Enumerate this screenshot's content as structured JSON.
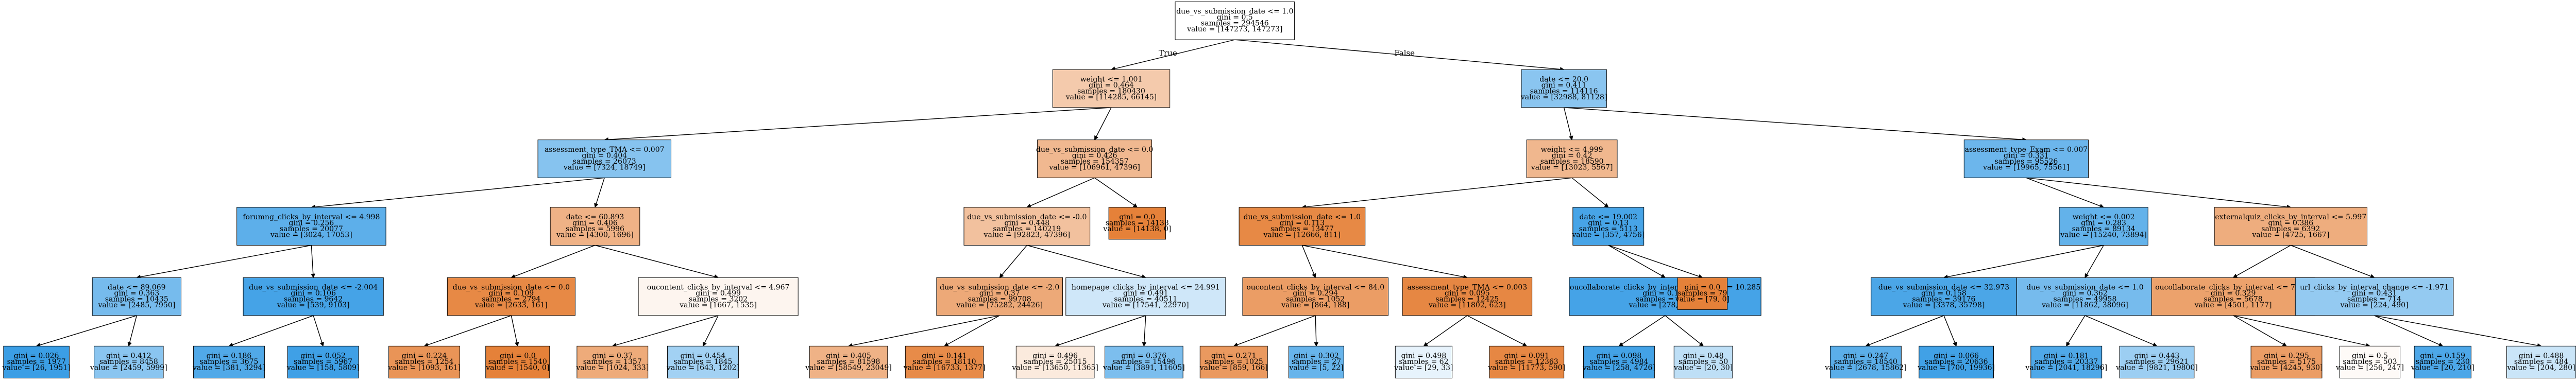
{
  "edge_labels": {
    "left": "True",
    "right": "False"
  },
  "colors": {
    "class0": "#e58139",
    "class1": "#399de5",
    "border": "#000000"
  },
  "nodes": [
    {
      "id": "n0",
      "lines": [
        "due_vs_submission_date <= 1.0",
        "gini = 0.5",
        "samples = 294546",
        "value = [147273, 147273]"
      ],
      "class": 0,
      "purity": 0.0
    },
    {
      "id": "n1",
      "lines": [
        "weight <= 1.001",
        "gini = 0.464",
        "samples = 180430",
        "value = [114285, 66145]"
      ],
      "class": 0,
      "purity": 0.42
    },
    {
      "id": "n2",
      "lines": [
        "date <= 20.0",
        "gini = 0.411",
        "samples = 114116",
        "value = [32988, 81128]"
      ],
      "class": 1,
      "purity": 0.59
    },
    {
      "id": "n3",
      "lines": [
        "assessment_type_TMA <= 0.007",
        "gini = 0.404",
        "samples = 26073",
        "value = [7324, 18749]"
      ],
      "class": 1,
      "purity": 0.61
    },
    {
      "id": "n4",
      "lines": [
        "due_vs_submission_date <= 0.0",
        "gini = 0.426",
        "samples = 154357",
        "value = [106961, 47396]"
      ],
      "class": 0,
      "purity": 0.56
    },
    {
      "id": "n5",
      "lines": [
        "weight <= 4.999",
        "gini = 0.42",
        "samples = 18590",
        "value = [13023, 5567]"
      ],
      "class": 0,
      "purity": 0.57
    },
    {
      "id": "n6",
      "lines": [
        "assessment_type_Exam <= 0.007",
        "gini = 0.331",
        "samples = 95526",
        "value = [19965, 75561]"
      ],
      "class": 1,
      "purity": 0.74
    },
    {
      "id": "n7",
      "lines": [
        "forumng_clicks_by_interval <= 4.998",
        "gini = 0.256",
        "samples = 20077",
        "value = [3024, 17053]"
      ],
      "class": 1,
      "purity": 0.82
    },
    {
      "id": "n8",
      "lines": [
        "date <= 60.893",
        "gini = 0.406",
        "samples = 5996",
        "value = [4300, 1696]"
      ],
      "class": 0,
      "purity": 0.61
    },
    {
      "id": "n9",
      "lines": [
        "due_vs_submission_date <= -0.0",
        "gini = 0.448",
        "samples = 140219",
        "value = [92823, 47396]"
      ],
      "class": 0,
      "purity": 0.49
    },
    {
      "id": "n10",
      "lines": [
        "gini = 0.0",
        "samples = 14138",
        "value = [14138, 0]"
      ],
      "class": 0,
      "purity": 1.0
    },
    {
      "id": "n11",
      "lines": [
        "due_vs_submission_date <= 1.0",
        "gini = 0.113",
        "samples = 13477",
        "value = [12666, 811]"
      ],
      "class": 0,
      "purity": 0.94
    },
    {
      "id": "n12",
      "lines": [
        "date <= 19.002",
        "gini = 0.13",
        "samples = 5113",
        "value = [357, 4756]"
      ],
      "class": 1,
      "purity": 0.93
    },
    {
      "id": "n13",
      "lines": [
        "weight <= 0.002",
        "gini = 0.283",
        "samples = 89134",
        "value = [15240, 73894]"
      ],
      "class": 1,
      "purity": 0.79
    },
    {
      "id": "n14",
      "lines": [
        "externalquiz_clicks_by_interval <= 5.997",
        "gini = 0.386",
        "samples = 6392",
        "value = [4725, 1667]"
      ],
      "class": 0,
      "purity": 0.65
    },
    {
      "id": "n15",
      "lines": [
        "date <= 89.069",
        "gini = 0.363",
        "samples = 10435",
        "value = [2485, 7950]"
      ],
      "class": 1,
      "purity": 0.69
    },
    {
      "id": "n16",
      "lines": [
        "due_vs_submission_date <= -2.004",
        "gini = 0.106",
        "samples = 9642",
        "value = [539, 9103]"
      ],
      "class": 1,
      "purity": 0.94
    },
    {
      "id": "n17",
      "lines": [
        "due_vs_submission_date <= 0.0",
        "gini = 0.109",
        "samples = 2794",
        "value = [2633, 161]"
      ],
      "class": 0,
      "purity": 0.94
    },
    {
      "id": "n18",
      "lines": [
        "oucontent_clicks_by_interval <= 4.967",
        "gini = 0.499",
        "samples = 3202",
        "value = [1667, 1535]"
      ],
      "class": 0,
      "purity": 0.08
    },
    {
      "id": "n19",
      "lines": [
        "due_vs_submission_date <= -2.0",
        "gini = 0.37",
        "samples = 99708",
        "value = [75282, 24426]"
      ],
      "class": 0,
      "purity": 0.68
    },
    {
      "id": "n20",
      "lines": [
        "homepage_clicks_by_interval <= 24.991",
        "gini = 0.491",
        "samples = 40511",
        "value = [17541, 22970]"
      ],
      "class": 1,
      "purity": 0.24
    },
    {
      "id": "n21",
      "lines": [
        "oucontent_clicks_by_interval <= 84.0",
        "gini = 0.294",
        "samples = 1052",
        "value = [864, 188]"
      ],
      "class": 0,
      "purity": 0.78
    },
    {
      "id": "n22",
      "lines": [
        "assessment_type_TMA <= 0.003",
        "gini = 0.095",
        "samples = 12425",
        "value = [11802, 623]"
      ],
      "class": 0,
      "purity": 0.95
    },
    {
      "id": "n23",
      "lines": [
        "oucollaborate_clicks_by_interval_change <= 10.285",
        "gini = 0.104",
        "samples = 5034",
        "value = [278, 4756]"
      ],
      "class": 1,
      "purity": 0.94
    },
    {
      "id": "n24",
      "lines": [
        "gini = 0.0",
        "samples = 79",
        "value = [79, 0]"
      ],
      "class": 0,
      "purity": 1.0
    },
    {
      "id": "n25",
      "lines": [
        "due_vs_submission_date <= 32.973",
        "gini = 0.158",
        "samples = 39176",
        "value = [3378, 35798]"
      ],
      "class": 1,
      "purity": 0.91
    },
    {
      "id": "n26",
      "lines": [
        "due_vs_submission_date <= 1.0",
        "gini = 0.362",
        "samples = 49958",
        "value = [11862, 38096]"
      ],
      "class": 1,
      "purity": 0.69
    },
    {
      "id": "n27",
      "lines": [
        "oucollaborate_clicks_by_interval <= 7.977",
        "gini = 0.329",
        "samples = 5678",
        "value = [4501, 1177]"
      ],
      "class": 0,
      "purity": 0.74
    },
    {
      "id": "n28",
      "lines": [
        "url_clicks_by_interval_change <= -1.971",
        "gini = 0.431",
        "samples = 714",
        "value = [224, 490]"
      ],
      "class": 1,
      "purity": 0.54
    },
    {
      "id": "n29",
      "lines": [
        "gini = 0.026",
        "samples = 1977",
        "value = [26, 1951]"
      ],
      "class": 1,
      "purity": 0.99
    },
    {
      "id": "n30",
      "lines": [
        "gini = 0.412",
        "samples = 8458",
        "value = [2459, 5999]"
      ],
      "class": 1,
      "purity": 0.59
    },
    {
      "id": "n31",
      "lines": [
        "gini = 0.186",
        "samples = 3675",
        "value = [381, 3294]"
      ],
      "class": 1,
      "purity": 0.88
    },
    {
      "id": "n32",
      "lines": [
        "gini = 0.052",
        "samples = 5967",
        "value = [158, 5809]"
      ],
      "class": 1,
      "purity": 0.97
    },
    {
      "id": "n33",
      "lines": [
        "gini = 0.224",
        "samples = 1254",
        "value = [1093, 161]"
      ],
      "class": 0,
      "purity": 0.85
    },
    {
      "id": "n34",
      "lines": [
        "gini = 0.0",
        "samples = 1540",
        "value = [1540, 0]"
      ],
      "class": 0,
      "purity": 1.0
    },
    {
      "id": "n35",
      "lines": [
        "gini = 0.37",
        "samples = 1357",
        "value = [1024, 333]"
      ],
      "class": 0,
      "purity": 0.67
    },
    {
      "id": "n36",
      "lines": [
        "gini = 0.454",
        "samples = 1845",
        "value = [643, 1202]"
      ],
      "class": 1,
      "purity": 0.47
    },
    {
      "id": "n37",
      "lines": [
        "gini = 0.405",
        "samples = 81598",
        "value = [58549, 23049]"
      ],
      "class": 0,
      "purity": 0.61
    },
    {
      "id": "n38",
      "lines": [
        "gini = 0.141",
        "samples = 18110",
        "value = [16733, 1377]"
      ],
      "class": 0,
      "purity": 0.92
    },
    {
      "id": "n39",
      "lines": [
        "gini = 0.496",
        "samples = 25015",
        "value = [13650, 11365]"
      ],
      "class": 0,
      "purity": 0.17
    },
    {
      "id": "n40",
      "lines": [
        "gini = 0.376",
        "samples = 15496",
        "value = [3891, 11605]"
      ],
      "class": 1,
      "purity": 0.66
    },
    {
      "id": "n41",
      "lines": [
        "gini = 0.271",
        "samples = 1025",
        "value = [859, 166]"
      ],
      "class": 0,
      "purity": 0.81
    },
    {
      "id": "n42",
      "lines": [
        "gini = 0.302",
        "samples = 27",
        "value = [5, 22]"
      ],
      "class": 1,
      "purity": 0.77
    },
    {
      "id": "n43",
      "lines": [
        "gini = 0.498",
        "samples = 62",
        "value = [29, 33]"
      ],
      "class": 1,
      "purity": 0.12
    },
    {
      "id": "n44",
      "lines": [
        "gini = 0.091",
        "samples = 12363",
        "value = [11773, 590]"
      ],
      "class": 0,
      "purity": 0.95
    },
    {
      "id": "n45",
      "lines": [
        "gini = 0.098",
        "samples = 4984",
        "value = [258, 4726]"
      ],
      "class": 1,
      "purity": 0.95
    },
    {
      "id": "n46",
      "lines": [
        "gini = 0.48",
        "samples = 50",
        "value = [20, 30]"
      ],
      "class": 1,
      "purity": 0.33
    },
    {
      "id": "n47",
      "lines": [
        "gini = 0.247",
        "samples = 18540",
        "value = [2678, 15862]"
      ],
      "class": 1,
      "purity": 0.83
    },
    {
      "id": "n48",
      "lines": [
        "gini = 0.066",
        "samples = 20636",
        "value = [700, 19936]"
      ],
      "class": 1,
      "purity": 0.96
    },
    {
      "id": "n49",
      "lines": [
        "gini = 0.181",
        "samples = 20337",
        "value = [2041, 18296]"
      ],
      "class": 1,
      "purity": 0.89
    },
    {
      "id": "n50",
      "lines": [
        "gini = 0.443",
        "samples = 29621",
        "value = [9821, 19800]"
      ],
      "class": 1,
      "purity": 0.5
    },
    {
      "id": "n51",
      "lines": [
        "gini = 0.295",
        "samples = 5175",
        "value = [4245, 930]"
      ],
      "class": 0,
      "purity": 0.78
    },
    {
      "id": "n52",
      "lines": [
        "gini = 0.5",
        "samples = 503",
        "value = [256, 247]"
      ],
      "class": 0,
      "purity": 0.04
    },
    {
      "id": "n53",
      "lines": [
        "gini = 0.159",
        "samples = 230",
        "value = [20, 210]"
      ],
      "class": 1,
      "purity": 0.9
    },
    {
      "id": "n54",
      "lines": [
        "gini = 0.488",
        "samples = 484",
        "value = [204, 280]"
      ],
      "class": 1,
      "purity": 0.27
    }
  ]
}
